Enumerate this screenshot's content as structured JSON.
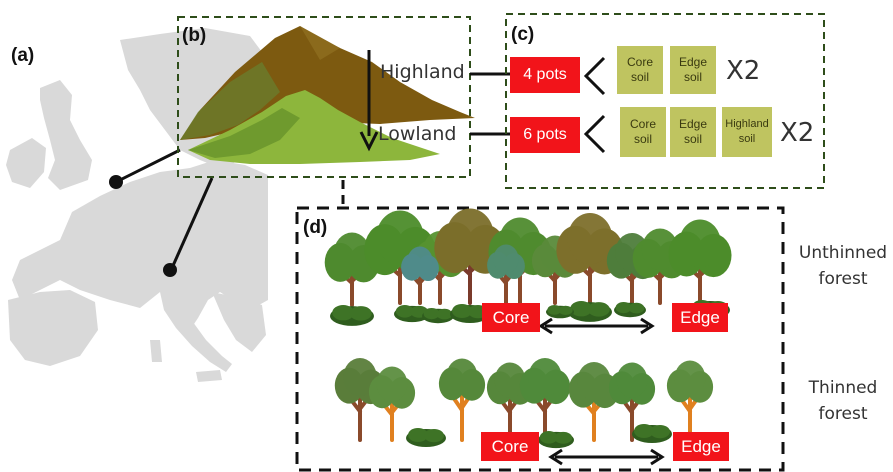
{
  "panels": {
    "a": "(a)",
    "b": "(b)",
    "c": "(c)",
    "d": "(d)"
  },
  "elevations": {
    "high": "Highland",
    "low": "Lowland"
  },
  "pots": {
    "high": "4 pots",
    "low": "6 pots"
  },
  "soils": {
    "high": [
      [
        "Core",
        "soil"
      ],
      [
        "Edge",
        "soil"
      ]
    ],
    "low": [
      [
        "Core",
        "soil"
      ],
      [
        "Edge",
        "soil"
      ],
      [
        "Highland",
        "soil"
      ]
    ]
  },
  "multiplier": "X2",
  "forests": {
    "unthinned": [
      "Unthinned",
      "forest"
    ],
    "thinned": [
      "Thinned",
      "forest"
    ]
  },
  "positions": {
    "core": "Core",
    "edge": "Edge"
  },
  "colors": {
    "red": "#f2141a",
    "soil": "#bfc460",
    "map": "#d9d9d9",
    "mountain_high": "#7d5a10",
    "mountain_low": "#8db63c",
    "dashed_b_c": "#2e4d1a"
  }
}
